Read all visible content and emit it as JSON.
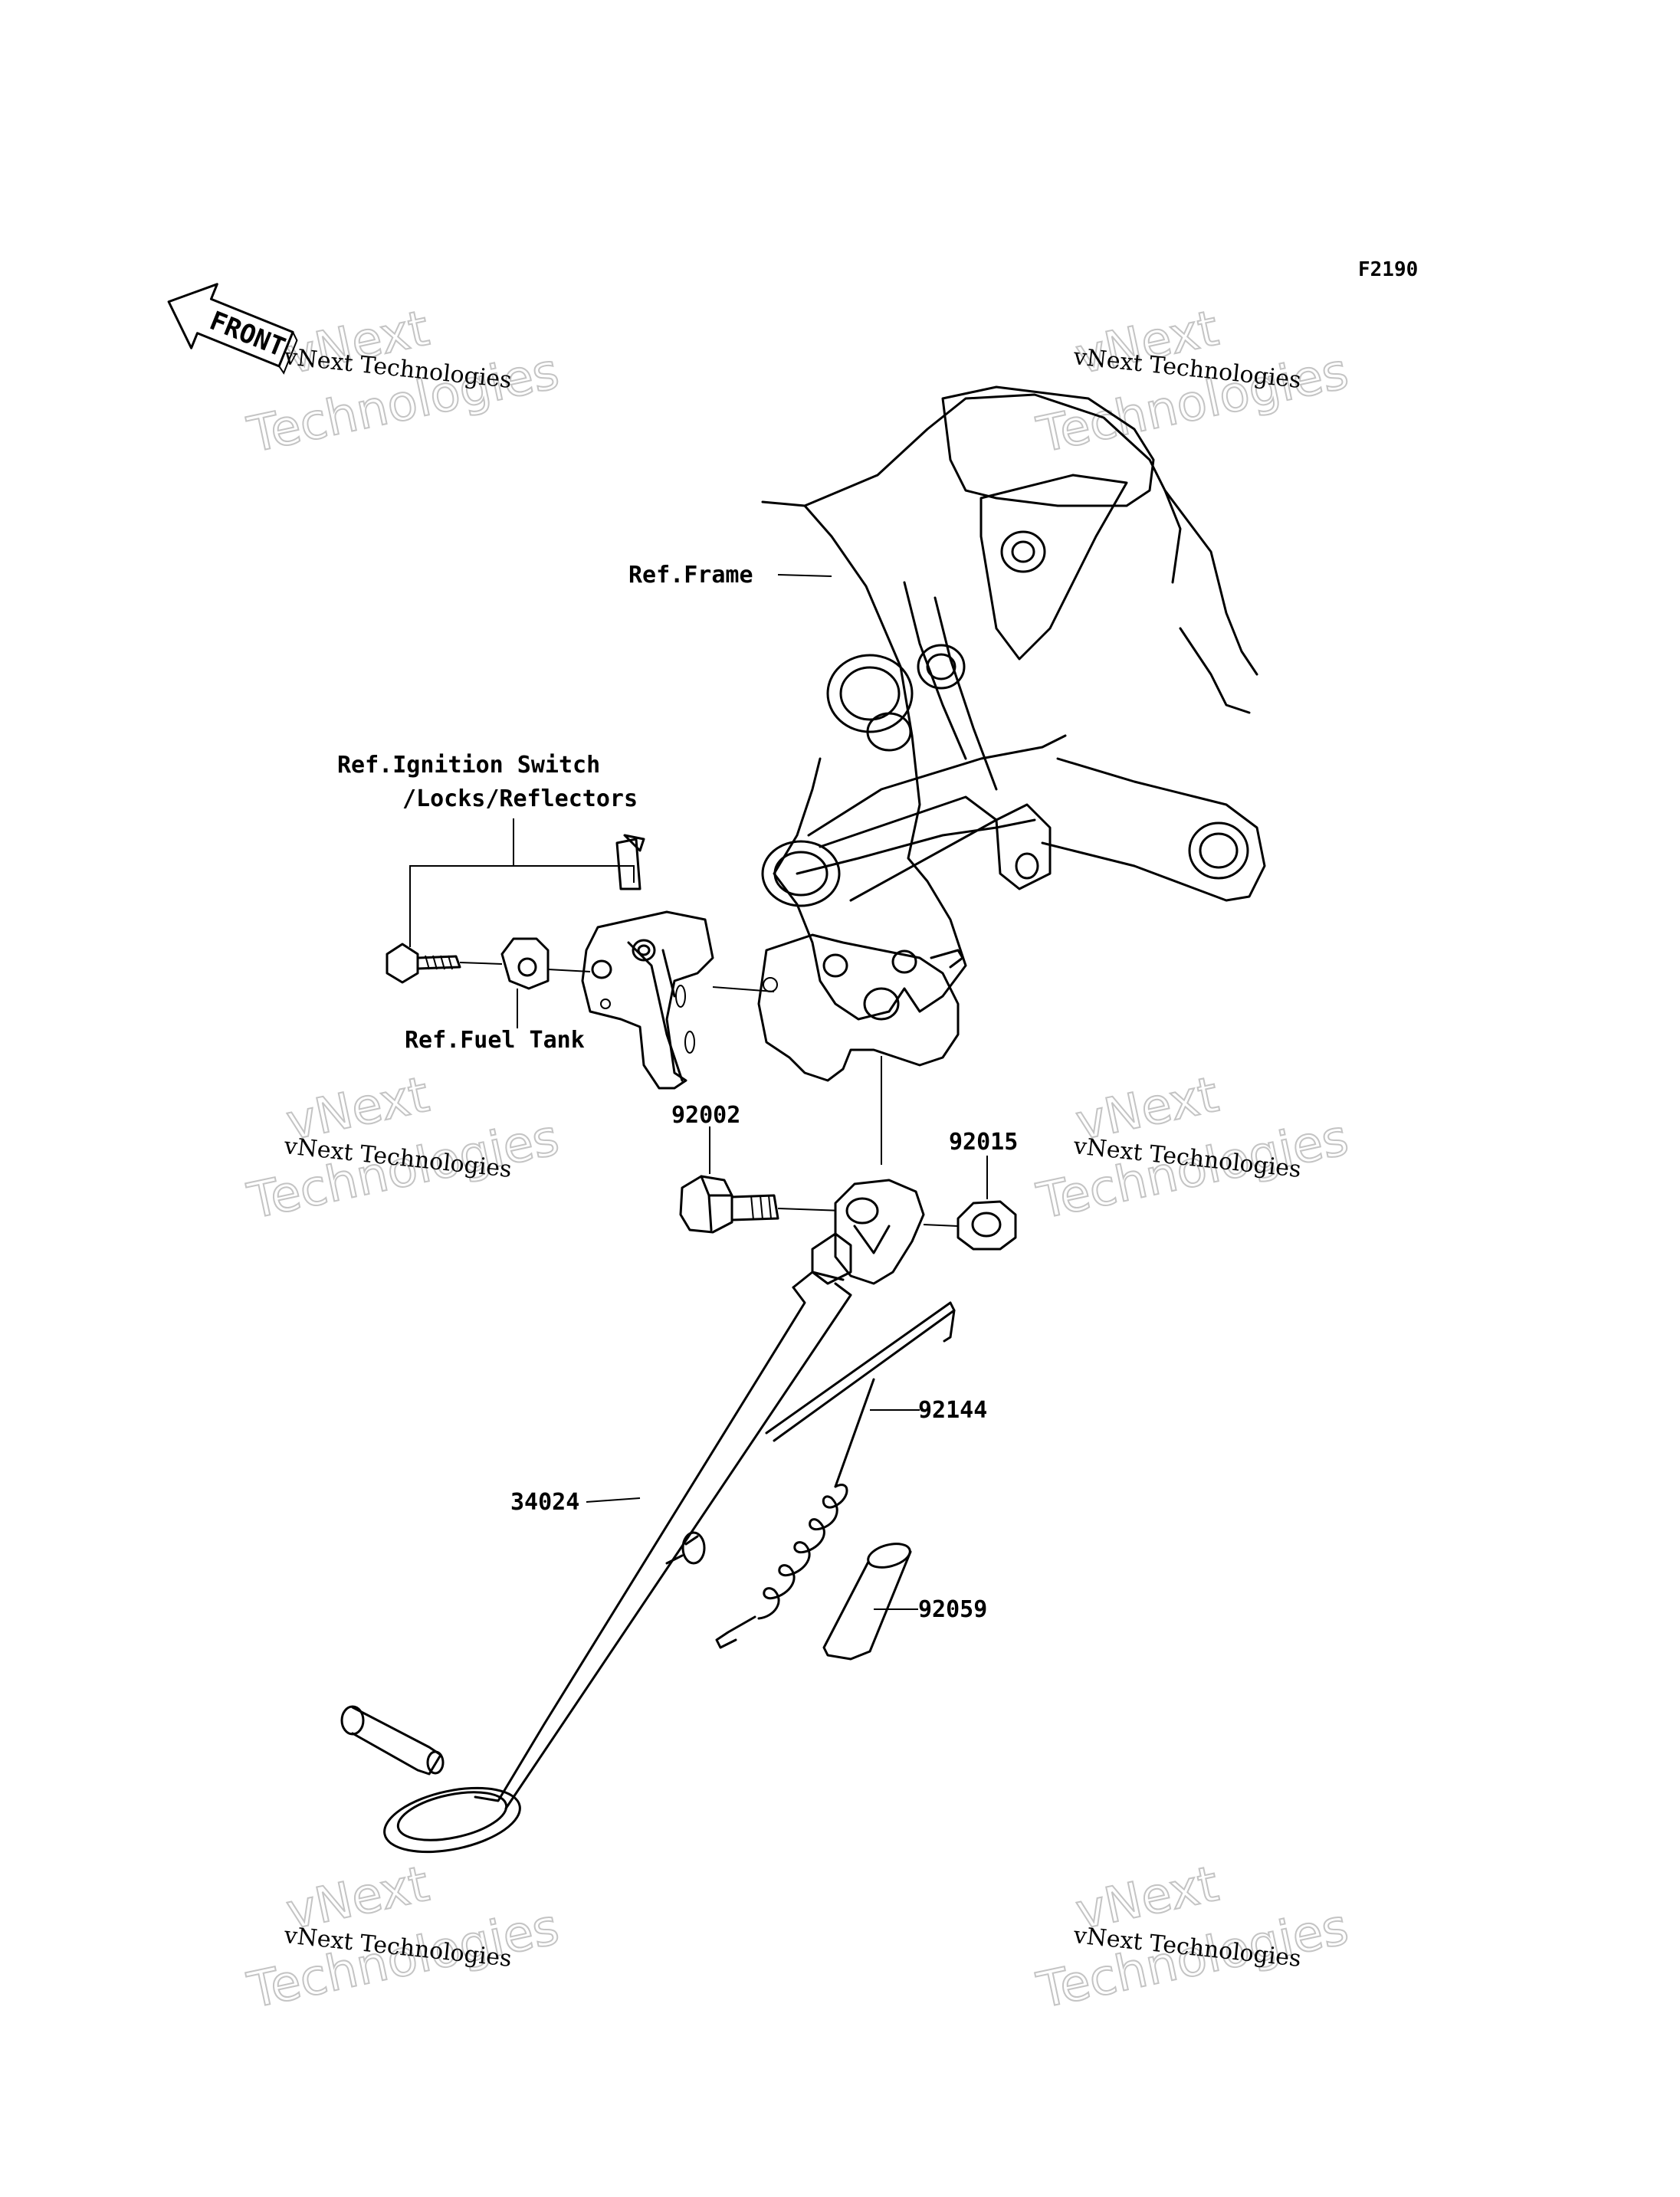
{
  "figure_code": "F2190",
  "front_label": "FRONT",
  "watermark": {
    "line1": "vNext",
    "line2": "Technologies",
    "caption": "vNext Technologies"
  },
  "refs": {
    "frame": "Ref.Frame",
    "ignition_line1": "Ref.Ignition Switch",
    "ignition_line2": "/Locks/Reflectors",
    "fuel_tank": "Ref.Fuel Tank"
  },
  "parts": {
    "bolt": "92002",
    "nut": "92015",
    "spring": "92144",
    "side_stand": "34024",
    "collar": "92059"
  }
}
